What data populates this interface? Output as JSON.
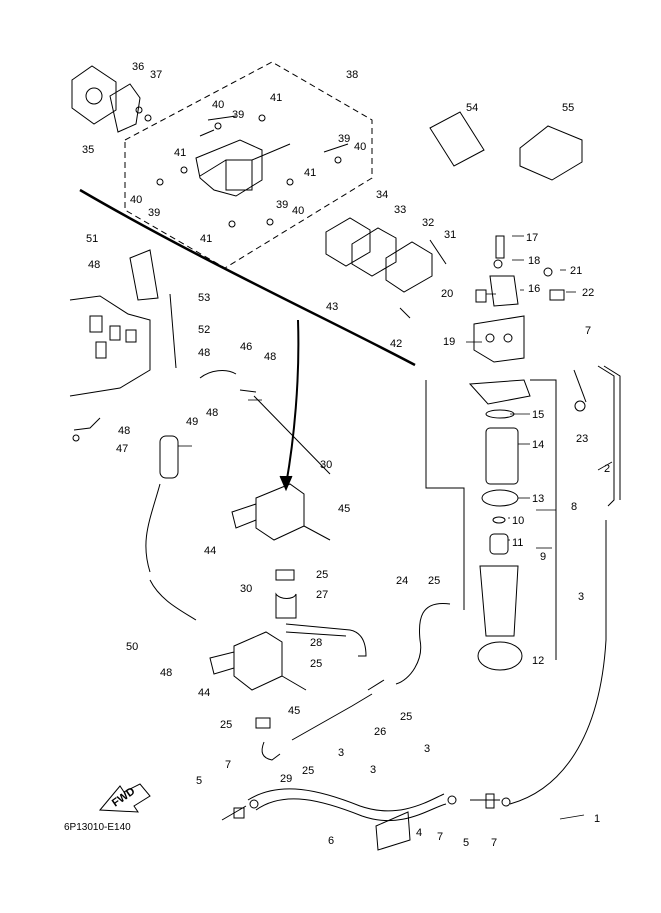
{
  "diagram_code": "6P13010-E140",
  "fwd_label": "FWD",
  "callouts": [
    {
      "id": "c1",
      "label": "1"
    },
    {
      "id": "c2",
      "label": "2"
    },
    {
      "id": "c3a",
      "label": "3"
    },
    {
      "id": "c3b",
      "label": "3"
    },
    {
      "id": "c3c",
      "label": "3"
    },
    {
      "id": "c3d",
      "label": "3"
    },
    {
      "id": "c4",
      "label": "4"
    },
    {
      "id": "c5a",
      "label": "5"
    },
    {
      "id": "c5b",
      "label": "5"
    },
    {
      "id": "c6",
      "label": "6"
    },
    {
      "id": "c7a",
      "label": "7"
    },
    {
      "id": "c7b",
      "label": "7"
    },
    {
      "id": "c7c",
      "label": "7"
    },
    {
      "id": "c7d",
      "label": "7"
    },
    {
      "id": "c8",
      "label": "8"
    },
    {
      "id": "c9",
      "label": "9"
    },
    {
      "id": "c10",
      "label": "10"
    },
    {
      "id": "c11",
      "label": "11"
    },
    {
      "id": "c12",
      "label": "12"
    },
    {
      "id": "c13",
      "label": "13"
    },
    {
      "id": "c14",
      "label": "14"
    },
    {
      "id": "c15",
      "label": "15"
    },
    {
      "id": "c16",
      "label": "16"
    },
    {
      "id": "c17",
      "label": "17"
    },
    {
      "id": "c18",
      "label": "18"
    },
    {
      "id": "c19",
      "label": "19"
    },
    {
      "id": "c20",
      "label": "20"
    },
    {
      "id": "c21",
      "label": "21"
    },
    {
      "id": "c22",
      "label": "22"
    },
    {
      "id": "c23",
      "label": "23"
    },
    {
      "id": "c24",
      "label": "24"
    },
    {
      "id": "c25a",
      "label": "25"
    },
    {
      "id": "c25b",
      "label": "25"
    },
    {
      "id": "c25c",
      "label": "25"
    },
    {
      "id": "c25d",
      "label": "25"
    },
    {
      "id": "c25e",
      "label": "25"
    },
    {
      "id": "c25f",
      "label": "25"
    },
    {
      "id": "c26",
      "label": "26"
    },
    {
      "id": "c27",
      "label": "27"
    },
    {
      "id": "c28",
      "label": "28"
    },
    {
      "id": "c29",
      "label": "29"
    },
    {
      "id": "c30a",
      "label": "30"
    },
    {
      "id": "c30b",
      "label": "30"
    },
    {
      "id": "c31",
      "label": "31"
    },
    {
      "id": "c32",
      "label": "32"
    },
    {
      "id": "c33",
      "label": "33"
    },
    {
      "id": "c34",
      "label": "34"
    },
    {
      "id": "c35",
      "label": "35"
    },
    {
      "id": "c36",
      "label": "36"
    },
    {
      "id": "c37",
      "label": "37"
    },
    {
      "id": "c38",
      "label": "38"
    },
    {
      "id": "c39a",
      "label": "39"
    },
    {
      "id": "c39b",
      "label": "39"
    },
    {
      "id": "c39c",
      "label": "39"
    },
    {
      "id": "c39d",
      "label": "39"
    },
    {
      "id": "c40a",
      "label": "40"
    },
    {
      "id": "c40b",
      "label": "40"
    },
    {
      "id": "c40c",
      "label": "40"
    },
    {
      "id": "c40d",
      "label": "40"
    },
    {
      "id": "c41a",
      "label": "41"
    },
    {
      "id": "c41b",
      "label": "41"
    },
    {
      "id": "c41c",
      "label": "41"
    },
    {
      "id": "c41d",
      "label": "41"
    },
    {
      "id": "c42",
      "label": "42"
    },
    {
      "id": "c43",
      "label": "43"
    },
    {
      "id": "c44a",
      "label": "44"
    },
    {
      "id": "c44b",
      "label": "44"
    },
    {
      "id": "c45a",
      "label": "45"
    },
    {
      "id": "c45b",
      "label": "45"
    },
    {
      "id": "c46",
      "label": "46"
    },
    {
      "id": "c47",
      "label": "47"
    },
    {
      "id": "c48a",
      "label": "48"
    },
    {
      "id": "c48b",
      "label": "48"
    },
    {
      "id": "c48c",
      "label": "48"
    },
    {
      "id": "c48d",
      "label": "48"
    },
    {
      "id": "c48e",
      "label": "48"
    },
    {
      "id": "c48f",
      "label": "48"
    },
    {
      "id": "c49",
      "label": "49"
    },
    {
      "id": "c50",
      "label": "50"
    },
    {
      "id": "c51",
      "label": "51"
    },
    {
      "id": "c52",
      "label": "52"
    },
    {
      "id": "c53",
      "label": "53"
    },
    {
      "id": "c54",
      "label": "54"
    },
    {
      "id": "c55",
      "label": "55"
    }
  ]
}
